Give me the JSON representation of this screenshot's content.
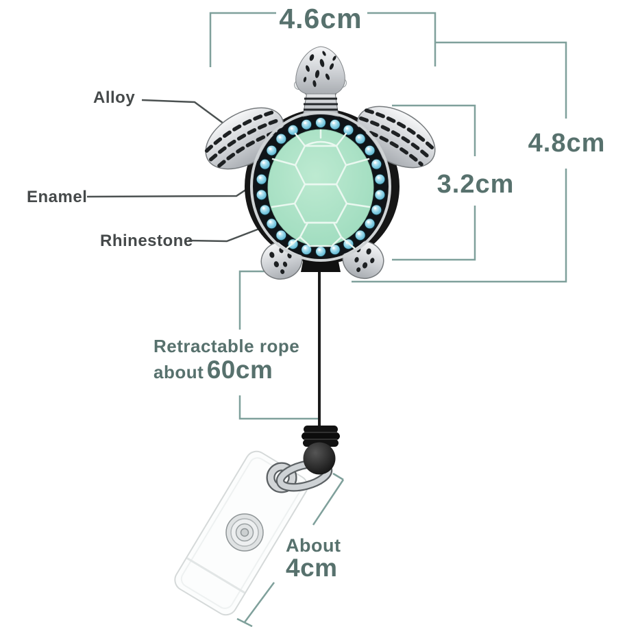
{
  "annotations": {
    "alloy": "Alloy",
    "enamel": "Enamel",
    "rhinestone": "Rhinestone"
  },
  "dimensions": {
    "top_width": "4.6cm",
    "overall_height": "4.8cm",
    "shell_height": "3.2cm",
    "rope_label_line1": "Retractable rope",
    "rope_label_prefix": "about",
    "rope_length": "60cm",
    "clip_label_prefix": "About",
    "clip_length": "4cm"
  },
  "colors": {
    "background": "#ffffff",
    "dimension_line": "#7fa09b",
    "dimension_text": "#57716d",
    "annotation_text": "#45494a",
    "leader_line": "#4b5151",
    "shell_enamel": "#a5ddc1",
    "rhinestone_blue": "#7ecbe2",
    "alloy_silver": "#d9dbde",
    "reel_black": "#161616"
  }
}
